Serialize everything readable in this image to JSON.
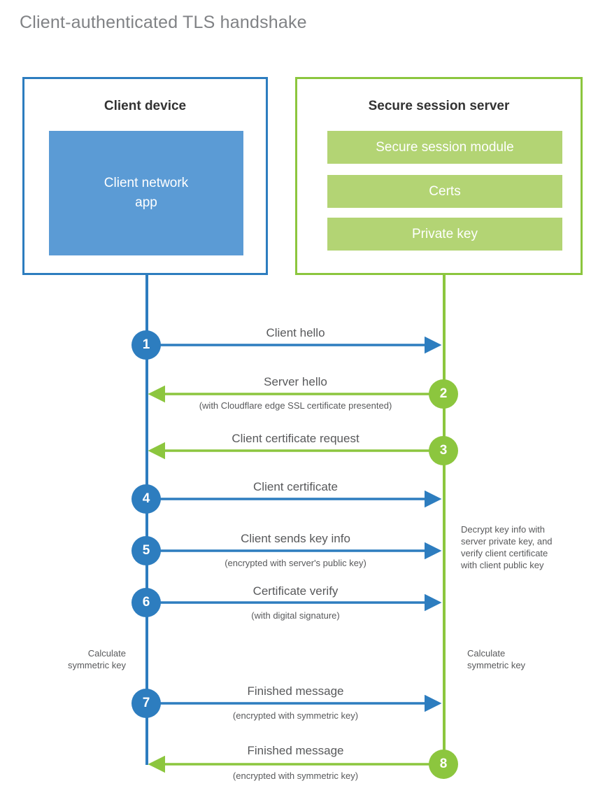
{
  "title": "Client-authenticated TLS handshake",
  "colors": {
    "blue_line": "#2d7dbf",
    "green_line": "#8cc63e",
    "client_app_fill": "#5b9bd5",
    "server_bar_fill": "#b3d474",
    "title_text": "#808285",
    "body_text": "#58595b"
  },
  "actors": {
    "client": {
      "title": "Client device",
      "app_label": "Client network\napp",
      "app_label_line1": "Client network",
      "app_label_line2": "app"
    },
    "server": {
      "title": "Secure session server",
      "modules": [
        {
          "label": "Secure session module"
        },
        {
          "label": "Certs"
        },
        {
          "label": "Private key"
        }
      ]
    }
  },
  "steps": [
    {
      "number": "1",
      "label": "Client hello",
      "sub": "",
      "direction": "right",
      "side": "client"
    },
    {
      "number": "2",
      "label": "Server hello",
      "sub": "(with Cloudflare edge SSL certificate presented)",
      "direction": "left",
      "side": "server"
    },
    {
      "number": "3",
      "label": "Client certificate request",
      "sub": "",
      "direction": "left",
      "side": "server"
    },
    {
      "number": "4",
      "label": "Client certificate",
      "sub": "",
      "direction": "right",
      "side": "client"
    },
    {
      "number": "5",
      "label": "Client sends key info",
      "sub": "(encrypted with server's public key)",
      "direction": "right",
      "side": "client"
    },
    {
      "number": "6",
      "label": "Certificate verify",
      "sub": "(with digital signature)",
      "direction": "right",
      "side": "client"
    },
    {
      "number": "7",
      "label": "Finished message",
      "sub": "(encrypted with symmetric key)",
      "direction": "right",
      "side": "client"
    },
    {
      "number": "8",
      "label": "Finished message",
      "sub": "(encrypted with symmetric key)",
      "direction": "left",
      "side": "server"
    }
  ],
  "notes": {
    "server_decrypt": "Decrypt key info with\nserver private key, and\nverify client certificate\nwith client public key",
    "server_decrypt_lines": [
      "Decrypt key info with",
      "server private key, and",
      "verify client certificate",
      "with client public key"
    ],
    "client_calc_lines": [
      "Calculate",
      "symmetric key"
    ],
    "server_calc_lines": [
      "Calculate",
      "symmetric key"
    ]
  }
}
